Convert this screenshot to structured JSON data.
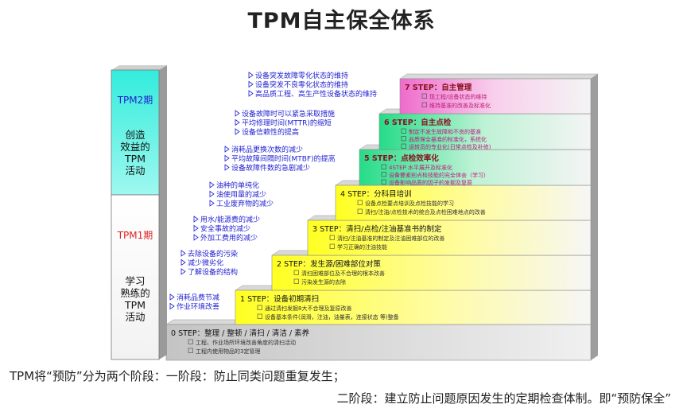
{
  "title": "TPM自主保全体系",
  "left_bar": {
    "top_phase": "TPM2期",
    "top_desc": [
      "创造",
      "效益的",
      "TPM",
      "活动"
    ],
    "bottom_phase": "TPM1期",
    "bottom_desc": [
      "学习",
      "熟练的",
      "TPM",
      "活动"
    ]
  },
  "steps": [
    {
      "label": "0 STEP：整理 / 整顿 / 清扫 / 清洁 / 素养",
      "items": [
        "工程、作业场所环境改善角度的清扫活动",
        "工程内使用物品的3定管理"
      ]
    },
    {
      "label": "1 STEP：设备初期清扫",
      "items": [
        "通过清扫发掘8大不合理及复原改善",
        "设备基本条件(润滑，注油，油量表，连接状态 等)整备"
      ]
    },
    {
      "label": "2 STEP：发生源/困难部位对策",
      "items": [
        "清扫困难部位及不合理的根本改善",
        "污染发生源的去除"
      ]
    },
    {
      "label": "3 STEP：清扫/点检/注油基准书的制定",
      "items": [
        "清扫/注油基准的制定及注油困难部位的改善",
        "学习正确的注油技能"
      ]
    },
    {
      "label": "4 STEP：分科目培训",
      "items": [
        "设备点检要点培训及点检技能的学习",
        "清扫/注油/点检技术的统合及点检困难地点的改善"
      ]
    },
    {
      "label": "5 STEP：点检效率化",
      "items": [
        "4STEP 水平展开及标准化",
        "设备要素别点检技能的完全体会（学习）",
        "设备影响品质的因子的发掘及复原"
      ]
    },
    {
      "label": "6 STEP：自主点检",
      "items": [
        "制定不发生故障和不良的基准",
        "品质保全基准的标准化，系统化",
        "运转员的专业化(日常点检及补修)"
      ]
    },
    {
      "label": "7 STEP：自主管理",
      "items": [
        "现工程/设备状态的维持",
        "维持基准的改善及标准化"
      ]
    }
  ],
  "effects": [
    [
      "消耗品费节减",
      "作业环境改善"
    ],
    [
      "去除设备的污染",
      "减少微劣化",
      "了解设备的结构"
    ],
    [
      "用水/能源费的减少",
      "安全事故的减少",
      "外加工费用的减少"
    ],
    [
      "油种的单纯化",
      "油使用量的减少",
      "工业废弃物的减少"
    ],
    [
      "消耗品更换次数的减少",
      "平均故障间隔时间(MTBF)的提高",
      "设备故障件数的急剧减少"
    ],
    [
      "设备故障时可以紧急采取措施",
      "平均修理时间(MTTR)的缩短",
      "设备信赖性的提高"
    ],
    [
      "设备突发故障零化状态的维持",
      "设备突发不良零化状态的维持",
      "高品质工程、高生产性设备状态的维持"
    ]
  ],
  "footer": {
    "line1": "TPM将“预防”分为两个阶段：一阶段：防止同类问题重复发生；",
    "line2": "二阶段：建立防止问题原因发生的定期检查体制。即“预防保全”"
  },
  "colors": {
    "step_gray": "#c8c8c8",
    "step_yellow": "#ffff33",
    "step_green": "#2ee08f",
    "step_pink": "#f07cd2",
    "phase_blue": "#1f1fd0",
    "phase_red": "#e02020",
    "label_dark_red": "#8b1020",
    "item_pink_text": "#c0187a",
    "bar_cyan": "#44f0e0"
  }
}
